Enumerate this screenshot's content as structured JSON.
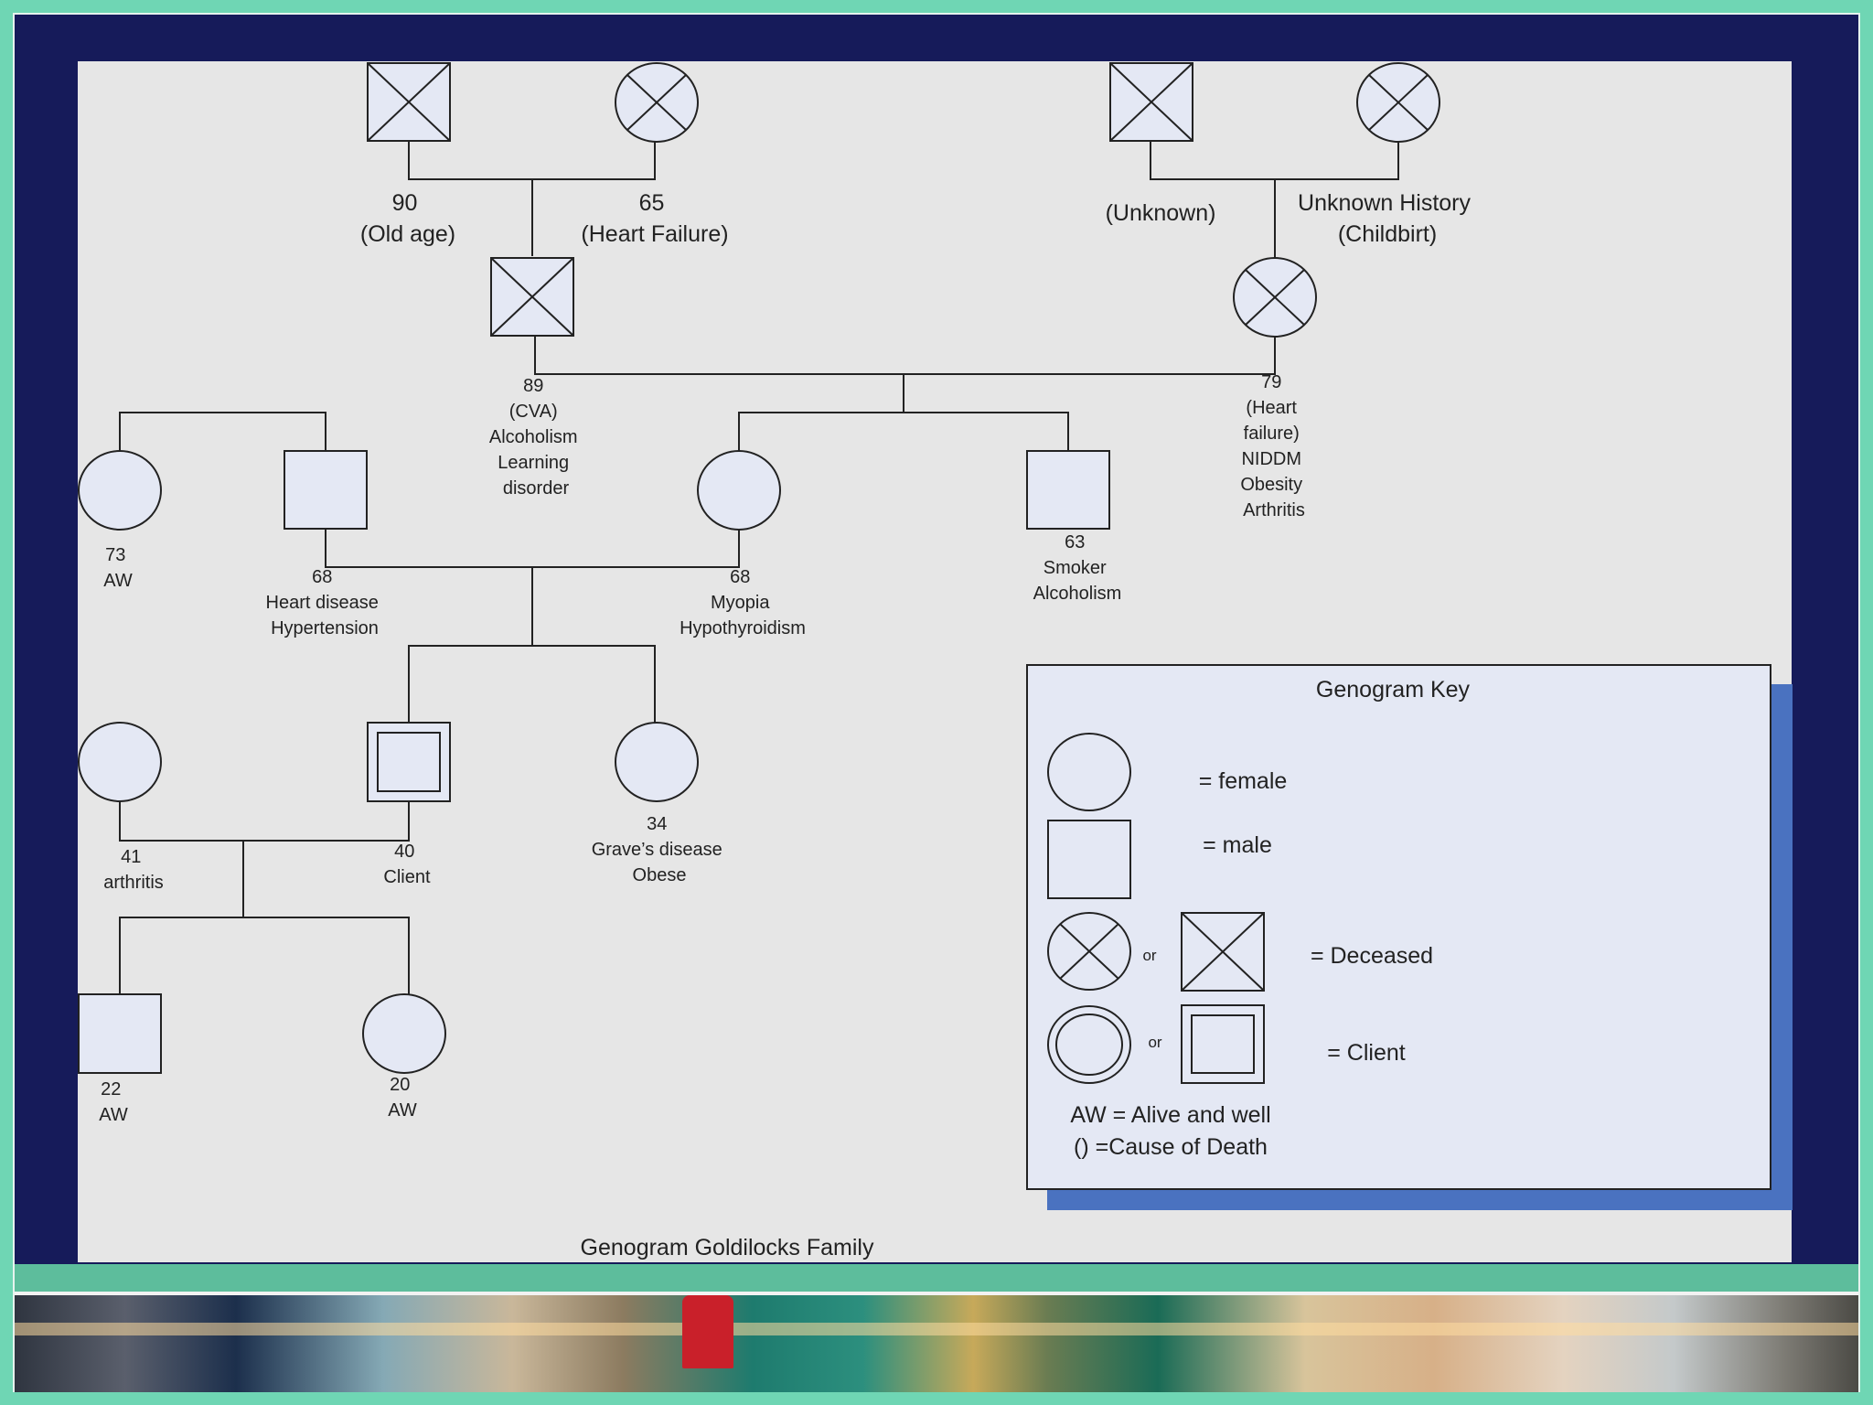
{
  "title": "Genogram Goldilocks Family",
  "people": {
    "pgf": {
      "lines": [
        "90",
        "(Old age)"
      ]
    },
    "pgm": {
      "lines": [
        "65",
        "(Heart Failure)"
      ]
    },
    "mgf": {
      "lines": [
        "(Unknown)"
      ]
    },
    "mgm": {
      "lines": [
        "Unknown History",
        "(Childbirt)"
      ]
    },
    "gf": {
      "lines": [
        "89",
        "(CVA)",
        "Alcoholism",
        "Learning",
        "disorder"
      ]
    },
    "gm": {
      "lines": [
        "79",
        "(Heart",
        "failure)",
        "NIDDM",
        "Obesity",
        "Arthritis"
      ]
    },
    "aunt": {
      "lines": [
        "73",
        "AW"
      ]
    },
    "father": {
      "lines": [
        "68",
        "Heart disease",
        "Hypertension"
      ]
    },
    "mother": {
      "lines": [
        "68",
        "Myopia",
        "Hypothyroidism"
      ]
    },
    "uncle": {
      "lines": [
        "63",
        "Smoker",
        "Alcoholism"
      ]
    },
    "wife": {
      "lines": [
        "41",
        "arthritis"
      ]
    },
    "client": {
      "lines": [
        "40",
        "Client"
      ]
    },
    "sister": {
      "lines": [
        "34",
        "Grave’s disease",
        "Obese"
      ]
    },
    "son": {
      "lines": [
        "22",
        "AW"
      ]
    },
    "daughter": {
      "lines": [
        "20",
        "AW"
      ]
    }
  },
  "key": {
    "heading": "Genogram Key",
    "female": "= female",
    "male": "= male",
    "or1": "or",
    "deceased": "= Deceased",
    "or2": "or",
    "client": "= Client",
    "aw": "AW = Alive and well",
    "cause": "() =Cause of Death"
  },
  "colors": {
    "frame": "#161b5a",
    "accent": "#6fd6b4",
    "symbol_fill": "#e4e8f4",
    "key_shadow": "#4a72c0"
  }
}
